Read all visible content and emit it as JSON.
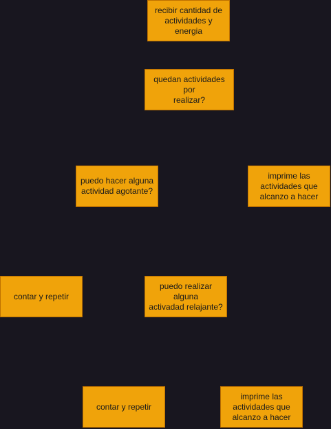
{
  "diagram": {
    "background_color": "#18161f",
    "node_fill": "#f0a30a",
    "node_border": "#bd7000",
    "nodes": [
      {
        "id": "n1",
        "label": "recibir cantidad de\nactividades  y energia"
      },
      {
        "id": "n2",
        "label": "quedan actividades por\nrealizar?"
      },
      {
        "id": "n3",
        "label": "puedo hacer alguna\nactividad agotante?"
      },
      {
        "id": "n4",
        "label": "imprime las\nactividades que\nalcanzo a hacer"
      },
      {
        "id": "n5",
        "label": "contar y repetir"
      },
      {
        "id": "n6",
        "label": "puedo realizar alguna\nactivadad relajante?"
      },
      {
        "id": "n7",
        "label": "contar y repetir"
      },
      {
        "id": "n8",
        "label": "imprime las\nactividades que\nalcanzo a hacer"
      }
    ]
  }
}
